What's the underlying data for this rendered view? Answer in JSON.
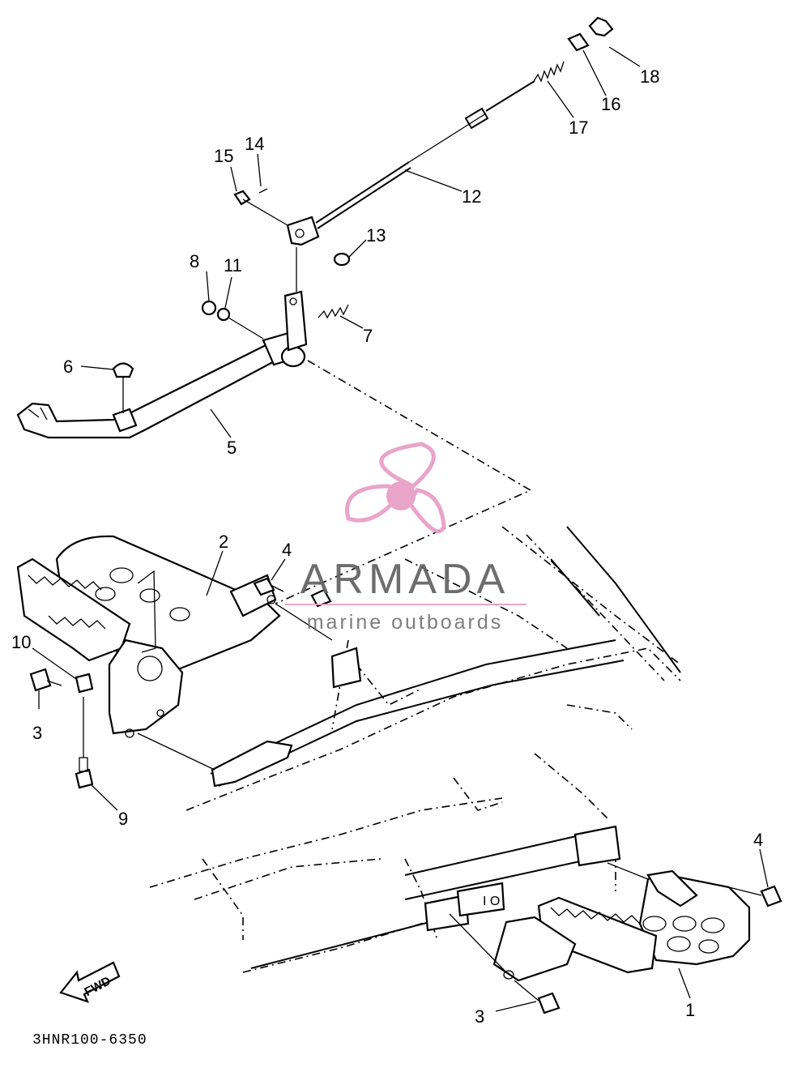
{
  "diagram": {
    "code": "3HNR100-6350",
    "fwd_label": "FWD",
    "callouts": {
      "c1": "1",
      "c2": "2",
      "c3a": "3",
      "c3b": "3",
      "c4a": "4",
      "c4b": "4",
      "c5": "5",
      "c6": "6",
      "c7": "7",
      "c8": "8",
      "c9": "9",
      "c10": "10",
      "c11": "11",
      "c12": "12",
      "c13": "13",
      "c14": "14",
      "c15": "15",
      "c16": "16",
      "c17": "17",
      "c18": "18"
    }
  },
  "watermark": {
    "brand": "ARMADA",
    "tagline": "marine outboards",
    "icon": "propeller-icon",
    "colors": {
      "propeller": "#e8a0c8",
      "underline": "#e8a0c8",
      "text": "#666666"
    }
  }
}
